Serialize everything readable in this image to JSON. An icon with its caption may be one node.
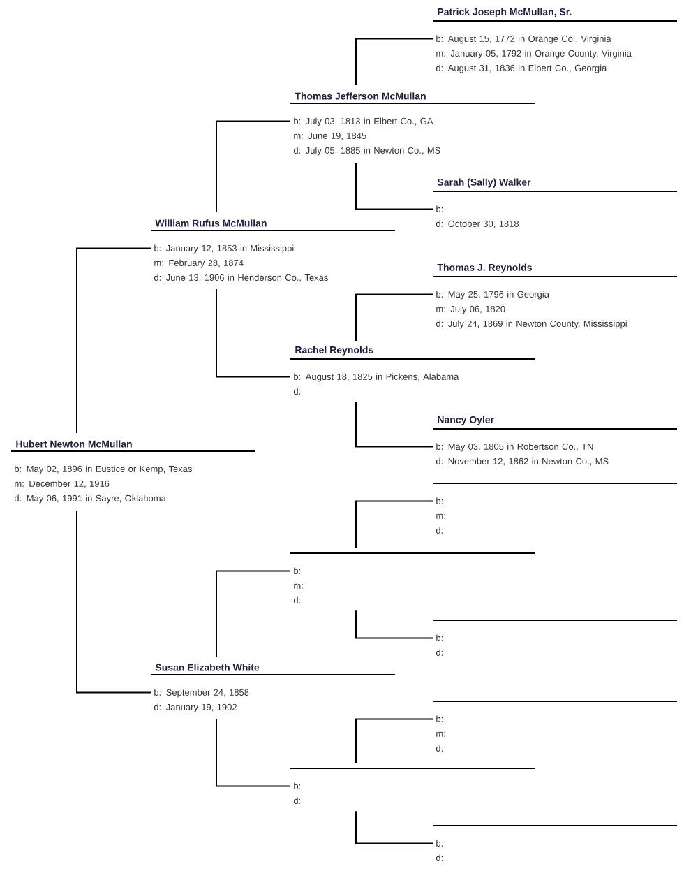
{
  "diagram": {
    "nodes": [
      {
        "text": [
          "Hubert Newton McMullan",
          "b: May 02, 1896 in Eustice or Kemp, Texas",
          "m: December 12, 1916",
          "d: May 06, 1991 in Sayre, Oklahoma"
        ]
      },
      {
        "text": [
          "William Rufus McMullan",
          "b: January 12, 1853 in Mississippi",
          "m: February 28, 1874",
          "d: June 13, 1906 in Henderson Co., Texas"
        ]
      },
      {
        "text": [
          "Thomas Jefferson McMullan",
          "b: July 03, 1813 in Elbert Co., GA",
          "m: June 19, 1845",
          "d: July 05, 1885 in Newton Co., MS"
        ]
      },
      {
        "text": [
          "Patrick Joseph McMullan, Sr.",
          "b: August 15, 1772 in Orange Co., Virginia",
          "m: January 05, 1792 in Orange County, Virginia",
          "d: August 31, 1836 in Elbert Co., Georgia"
        ]
      },
      {
        "text": [
          "Sarah (Sally) Walker",
          "b:",
          "d: October 30, 1818"
        ]
      },
      {
        "text": [
          "Rachel Reynolds",
          "b: August 18, 1825 in Pickens, Alabama",
          "d:"
        ]
      },
      {
        "text": [
          "Thomas J. Reynolds",
          "b: May 25, 1796 in Georgia",
          "m: July 06, 1820",
          "d: July 24, 1869 in Newton County, Mississippi"
        ]
      },
      {
        "text": [
          "Nancy Oyler",
          "b: May 03, 1805 in Robertson Co., TN",
          "d: November 12, 1862 in Newton Co., MS"
        ]
      },
      {
        "text": [
          "Susan Elizabeth White",
          "b: September 24, 1858",
          "d: January 19, 1902"
        ]
      },
      {
        "text": [
          "b:",
          "m:",
          "d:"
        ]
      },
      {
        "text": [
          "b:",
          "m:",
          "d:"
        ]
      },
      {
        "text": [
          "b:",
          "d:"
        ]
      },
      {
        "text": [
          "b:",
          "d:"
        ]
      },
      {
        "text": [
          "b:",
          "m:",
          "d:"
        ]
      },
      {
        "text": [
          "b:",
          "d:"
        ]
      }
    ],
    "edges": [
      {
        "from": 0,
        "to": 1,
        "arrow": "none"
      },
      {
        "from": 0,
        "to": 8,
        "arrow": "none"
      },
      {
        "from": 1,
        "to": 2,
        "arrow": "none"
      },
      {
        "from": 1,
        "to": 5,
        "arrow": "none"
      },
      {
        "from": 2,
        "to": 3,
        "arrow": "none"
      },
      {
        "from": 2,
        "to": 4,
        "arrow": "none"
      },
      {
        "from": 5,
        "to": 6,
        "arrow": "none"
      },
      {
        "from": 5,
        "to": 7,
        "arrow": "none"
      },
      {
        "from": 8,
        "to": 9,
        "arrow": "none"
      },
      {
        "from": 8,
        "to": 12,
        "arrow": "none"
      },
      {
        "from": 9,
        "to": 10,
        "arrow": "none"
      },
      {
        "from": 9,
        "to": 11,
        "arrow": "none"
      },
      {
        "from": 12,
        "to": 13,
        "arrow": "none"
      },
      {
        "from": 12,
        "to": 14,
        "arrow": "none"
      }
    ]
  }
}
